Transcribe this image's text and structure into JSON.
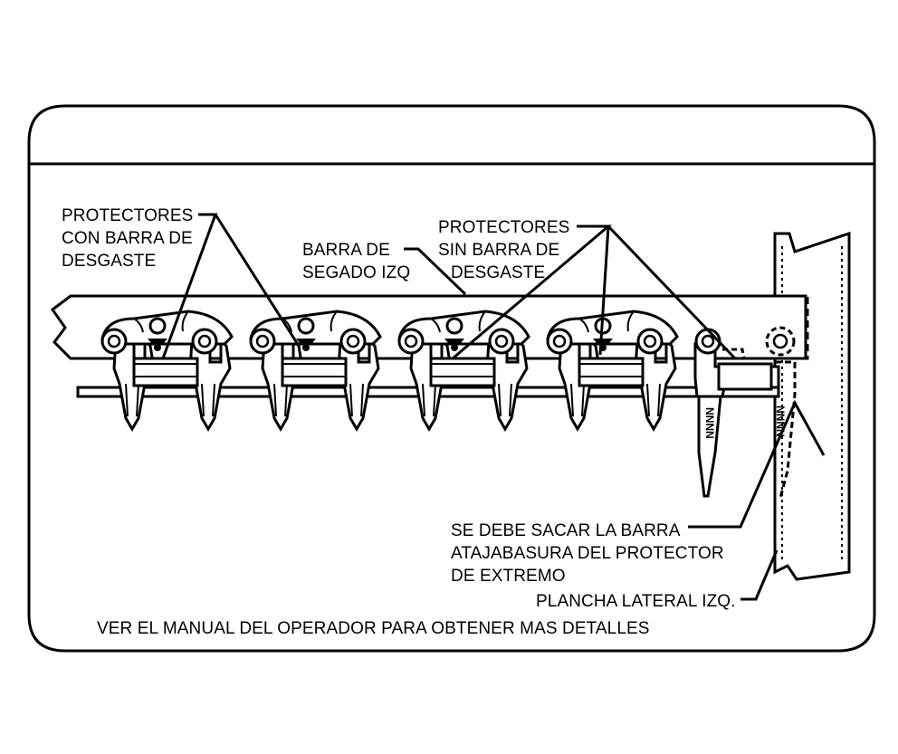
{
  "labels": {
    "guards_with_bar": [
      "PROTECTORES",
      "CON BARRA DE",
      "DESGASTE"
    ],
    "cutterbar": [
      "BARRA DE",
      "SEGADO IZQ"
    ],
    "guards_without_bar": [
      "PROTECTORES",
      "SIN BARRA DE",
      "DESGASTE"
    ],
    "remove_bar": [
      "SE DEBE SACAR LA BARRA",
      "ATAJABASURA DEL PROTECTOR",
      "DE EXTREMO"
    ],
    "side_sheet": "PLANCHA LATERAL IZQ.",
    "footer": "VER EL MANUAL DEL OPERADOR PARA OBTENER MAS DETALLES"
  },
  "guard_marking": "NNNN",
  "colors": {
    "line": "#000000",
    "background": "#ffffff"
  }
}
